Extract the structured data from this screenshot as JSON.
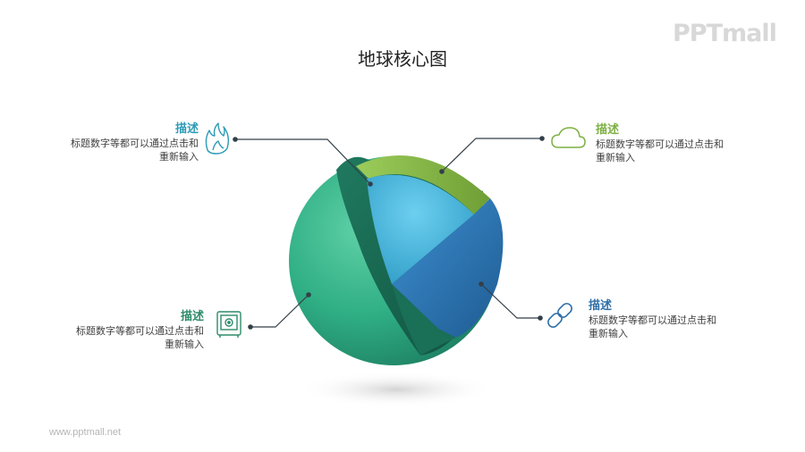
{
  "title": "地球核心图",
  "logo": "PPTmall",
  "footer": "www.pptmall.net",
  "colors": {
    "teal": "#2d9bb6",
    "green": "#7db041",
    "darkgreen": "#2e8b6a",
    "blue": "#2f6fa8",
    "line": "#333f48"
  },
  "items": [
    {
      "heading": "描述",
      "line1": "标题数字等都可以通过点击和",
      "line2": "重新输入",
      "icon": "flame-icon"
    },
    {
      "heading": "描述",
      "line1": "标题数字等都可以通过点击和",
      "line2": "重新输入",
      "icon": "cloud-icon"
    },
    {
      "heading": "描述",
      "line1": "标题数字等都可以通过点击和",
      "line2": "重新输入",
      "icon": "safe-icon"
    },
    {
      "heading": "描述",
      "line1": "标题数字等都可以通过点击和",
      "line2": "重新输入",
      "icon": "link-icon"
    }
  ]
}
